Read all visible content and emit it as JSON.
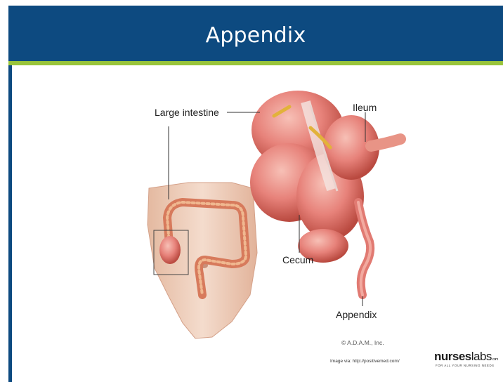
{
  "slide": {
    "title": "Appendix"
  },
  "figure": {
    "labels": {
      "large_intestine": "Large intestine",
      "ileum": "Ileum",
      "cecum": "Cecum",
      "appendix": "Appendix"
    },
    "copyright": "© A.D.A.M., Inc."
  },
  "footer": {
    "image_via": "Image via: http://positivemed.com/",
    "logo_bold": "nurses",
    "logo_thin": "labs",
    "logo_suffix": ".com",
    "logo_tagline": "FOR ALL YOUR NURSING NEEDS"
  },
  "colors": {
    "title_bar": "#0d4a80",
    "accent": "#99c43a",
    "tissue": "#e8807a"
  }
}
